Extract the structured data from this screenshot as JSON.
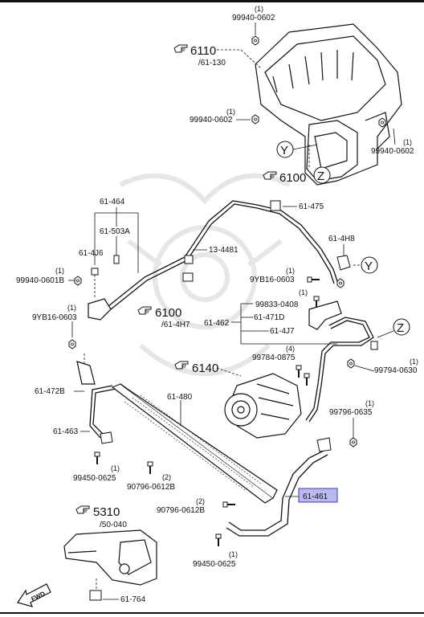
{
  "labels": {
    "top_fastener_1": "99940-0602",
    "top_fastener_1_qty": "(1)",
    "ref_6110": "6110",
    "ref_6110_sub": "/61-130",
    "left_fastener": "99940-0602",
    "left_fastener_qty": "(1)",
    "right_fastener": "99940-0602",
    "right_fastener_qty": "(1)",
    "marker_y": "Y",
    "marker_z": "Z",
    "ref_6100_top": "6100",
    "p_61_475": "61-475",
    "p_61_464": "61-464",
    "p_61_503a": "61-503A",
    "p_61_4h8": "61-4H8",
    "p_61_4j6": "61-4J6",
    "p_13_4481": "13-4481",
    "p_99940_0601b": "99940-0601B",
    "p_99940_0601b_qty": "(1)",
    "p_9yb16_0603_r": "9YB16-0603",
    "p_9yb16_0603_r_qty": "(1)",
    "p_99833_0408": "99833-0408",
    "p_99833_0408_qty": "(1)",
    "p_61_471d": "61-471D",
    "p_61_462": "61-462",
    "p_61_4j7": "61-4J7",
    "ref_6100_mid": "6100",
    "ref_6100_mid_sub": "/61-4H7",
    "p_9yb16_0603_l": "9YB16-0603",
    "p_9yb16_0603_l_qty": "(1)",
    "p_99784_0875": "99784-0875",
    "p_99784_0875_qty": "(4)",
    "p_99794_0630": "99794-0630",
    "p_99794_0630_qty": "(1)",
    "ref_6140": "6140",
    "p_61_472b": "61-472B",
    "p_61_480": "61-480",
    "p_99796_0635": "99796-0635",
    "p_99796_0635_qty": "(1)",
    "p_61_463": "61-463",
    "p_99450_0625_a": "99450-0625",
    "p_99450_0625_a_qty": "(1)",
    "p_90796_0612b_a": "90796-0612B",
    "p_90796_0612b_a_qty": "(2)",
    "p_61_461": "61-461",
    "ref_5310": "5310",
    "ref_5310_sub": "/50-040",
    "p_90796_0612b_b": "90796-0612B",
    "p_90796_0612b_b_qty": "(2)",
    "p_99450_0625_b": "99450-0625",
    "p_99450_0625_b_qty": "(1)",
    "p_61_764": "61-764",
    "fwd": "FWD"
  },
  "colors": {
    "highlight_fill": "#b9b9ee",
    "highlight_stroke": "#3b3bb0",
    "line": "#111111",
    "watermark": "#ededed"
  },
  "icons": {
    "ref_pointer": "hand-pointer-icon",
    "forward_arrow": "fwd-arrow-icon",
    "watermark": "samurai-helmet-watermark"
  }
}
